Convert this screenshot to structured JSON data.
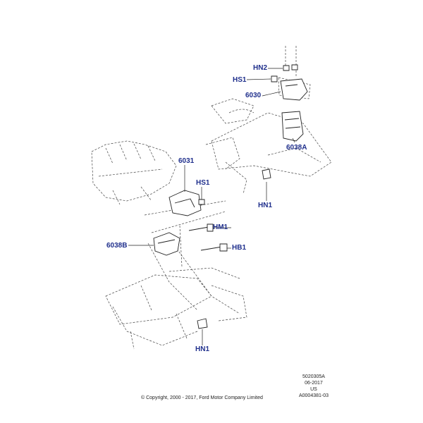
{
  "colors": {
    "label": "#1f2f8c",
    "line": "#222222",
    "dash": "#444444"
  },
  "labels": {
    "hn2_top": "HN2",
    "hs1_top": "HS1",
    "p6030": "6030",
    "p6038a": "6038A",
    "hn1_right": "HN1",
    "p6031": "6031",
    "hs1_mid": "HS1",
    "hm1": "HM1",
    "p6038b": "6038B",
    "hb1": "HB1",
    "hn1_bottom": "HN1"
  },
  "footer": {
    "copyright": "© Copyright, 2000 - 2017, Ford Motor Company Limited",
    "ref_code": "5020305A",
    "date": "06-2017",
    "region": "US",
    "illustration_id": "A0004381-03"
  }
}
